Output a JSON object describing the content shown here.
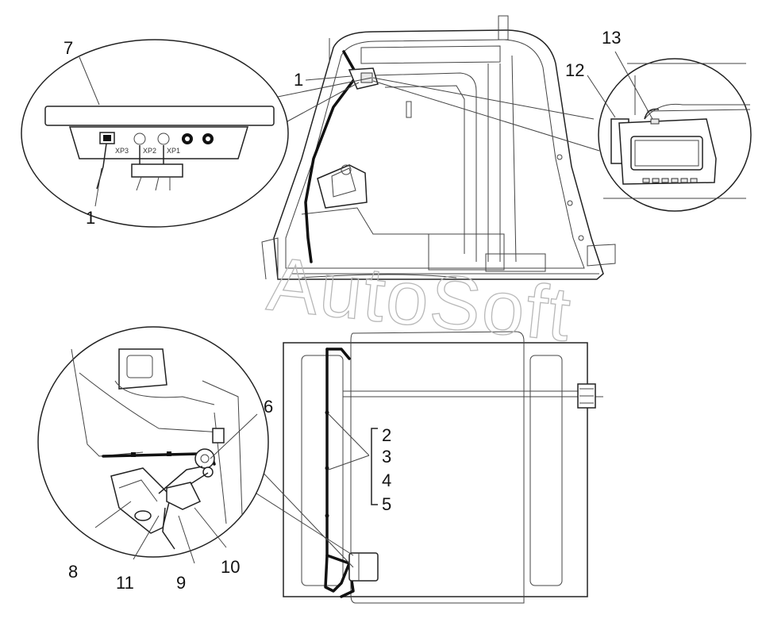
{
  "watermark": "AutoSoft",
  "connector_labels": {
    "xp3": "XP3",
    "xp2": "XP2",
    "xp1": "XP1"
  },
  "callouts": {
    "c1a": "1",
    "c1b": "1",
    "c2": "2",
    "c3": "3",
    "c4": "4",
    "c5": "5",
    "c6": "6",
    "c7": "7",
    "c8": "8",
    "c9": "9",
    "c10": "10",
    "c11": "11",
    "c12": "12",
    "c13": "13"
  }
}
